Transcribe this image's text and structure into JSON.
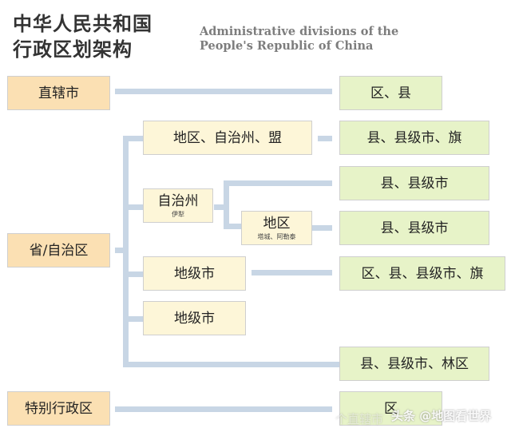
{
  "title": {
    "cn_line1": "中华人民共和国",
    "cn_line2": "行政区划架构",
    "en_line1": "Administrative divisions of the",
    "en_line2": "People's Republic of China"
  },
  "nodes": {
    "municipality": "直辖市",
    "province": "省/自治区",
    "sar": "特别行政区",
    "prefecture_area": "地区、自治州、盟",
    "auto_prefecture": "自治州",
    "auto_prefecture_note": "伊犁",
    "area": "地区",
    "area_note": "塔城、阿勒泰",
    "prefecture_city_1": "地级市",
    "prefecture_city_2": "地级市",
    "muni_counties": "区、县",
    "counties_banners": "县、县级市、旗",
    "counties_1": "县、县级市",
    "counties_2": "县、县级市",
    "districts_full": "区、县、县级市、旗",
    "counties_forest": "县、县级市、林区",
    "sar_district": "区"
  },
  "watermark": {
    "text": "头条 @地图看世界",
    "faint": "个直辖市"
  }
}
